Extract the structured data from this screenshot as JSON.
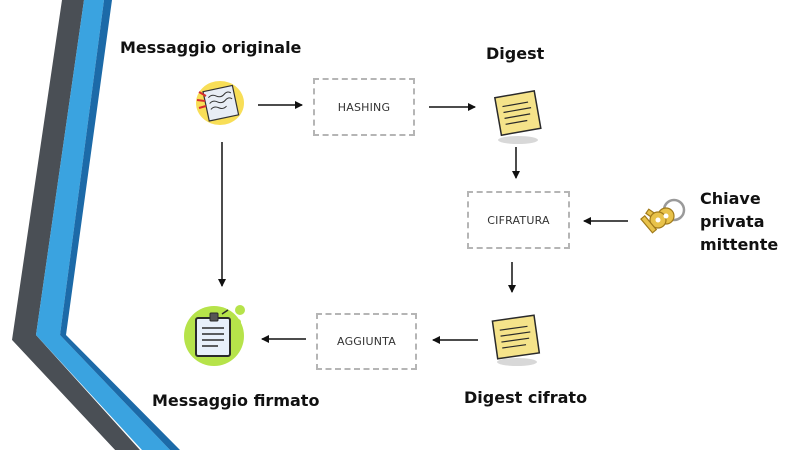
{
  "diagram": {
    "labels": {
      "original_message": "Messaggio originale",
      "digest": "Digest",
      "private_key_line1": "Chiave",
      "private_key_line2": "privata",
      "private_key_line3": "mittente",
      "signed_message": "Messaggio firmato",
      "encrypted_digest": "Digest cifrato"
    },
    "steps": {
      "hashing": "HASHING",
      "encryption": "CIFRATURA",
      "append": "AGGIUNTA"
    }
  },
  "colors": {
    "accent_blue": "#2f9ad8",
    "stripe_gray": "#555a60",
    "note_yellow": "#f5e38a",
    "note_border": "#2a2a2a",
    "signed_circle": "#b6e34a",
    "key_gold": "#e8c24a",
    "arrow": "#111111"
  },
  "icons": [
    "message-note-icon",
    "digest-note-icon",
    "encrypted-note-icon",
    "keys-icon",
    "signed-document-icon"
  ]
}
